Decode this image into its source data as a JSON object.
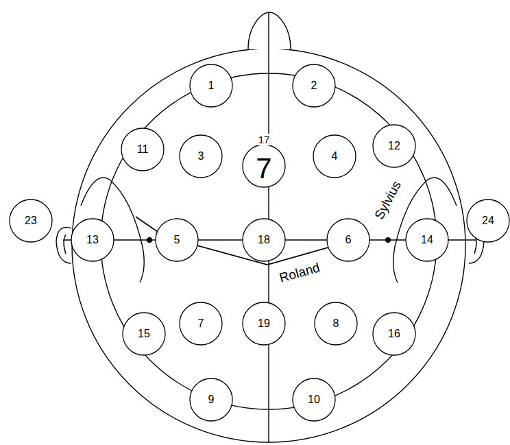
{
  "diagram": {
    "nodes": [
      {
        "text": [
          "1"
        ]
      },
      {
        "text": [
          "2"
        ]
      },
      {
        "text": [
          "11"
        ]
      },
      {
        "text": [
          "3"
        ]
      },
      {
        "text": [
          "17",
          "7"
        ]
      },
      {
        "text": [
          "4"
        ]
      },
      {
        "text": [
          "12"
        ]
      },
      {
        "text": [
          "23"
        ]
      },
      {
        "text": [
          "13"
        ]
      },
      {
        "text": [
          "5"
        ]
      },
      {
        "text": [
          "18"
        ]
      },
      {
        "text": [
          "6"
        ]
      },
      {
        "text": [
          "14"
        ]
      },
      {
        "text": [
          "24"
        ]
      },
      {
        "text": [
          "15"
        ]
      },
      {
        "text": [
          "7"
        ]
      },
      {
        "text": [
          "19"
        ]
      },
      {
        "text": [
          "8"
        ]
      },
      {
        "text": [
          "16"
        ]
      },
      {
        "text": [
          "9"
        ]
      },
      {
        "text": [
          "10"
        ]
      }
    ],
    "labels": [
      "Sylvius",
      "Roland"
    ]
  }
}
